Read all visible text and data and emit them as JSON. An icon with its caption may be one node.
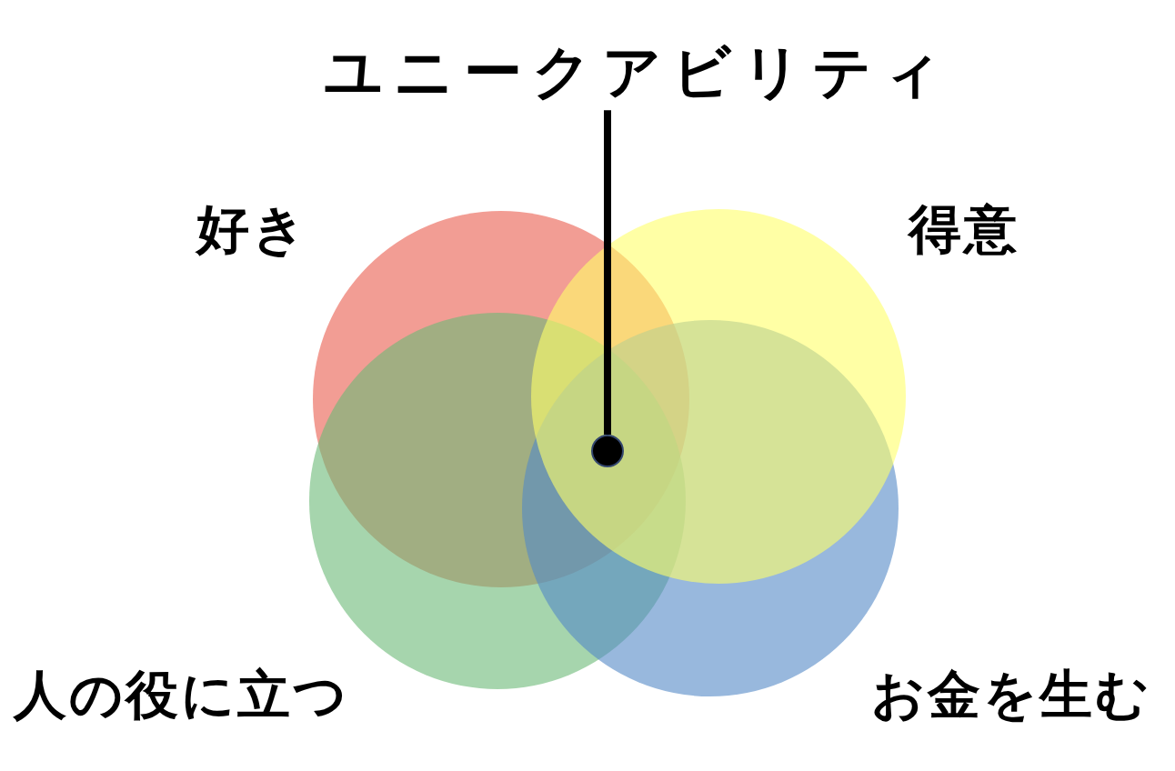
{
  "diagram": {
    "nodes": [
      {
        "text": [
          "ユニークアビリティ"
        ]
      },
      {
        "text": [
          "好き"
        ]
      },
      {
        "text": [
          "得意"
        ]
      },
      {
        "text": [
          "人の役に立つ"
        ]
      },
      {
        "text": [
          "お金を生む"
        ]
      },
      {
        "text": [],
        "shape": "circle"
      }
    ],
    "edges": [
      {
        "from": 0,
        "to": 5,
        "arrow": "none"
      }
    ]
  }
}
